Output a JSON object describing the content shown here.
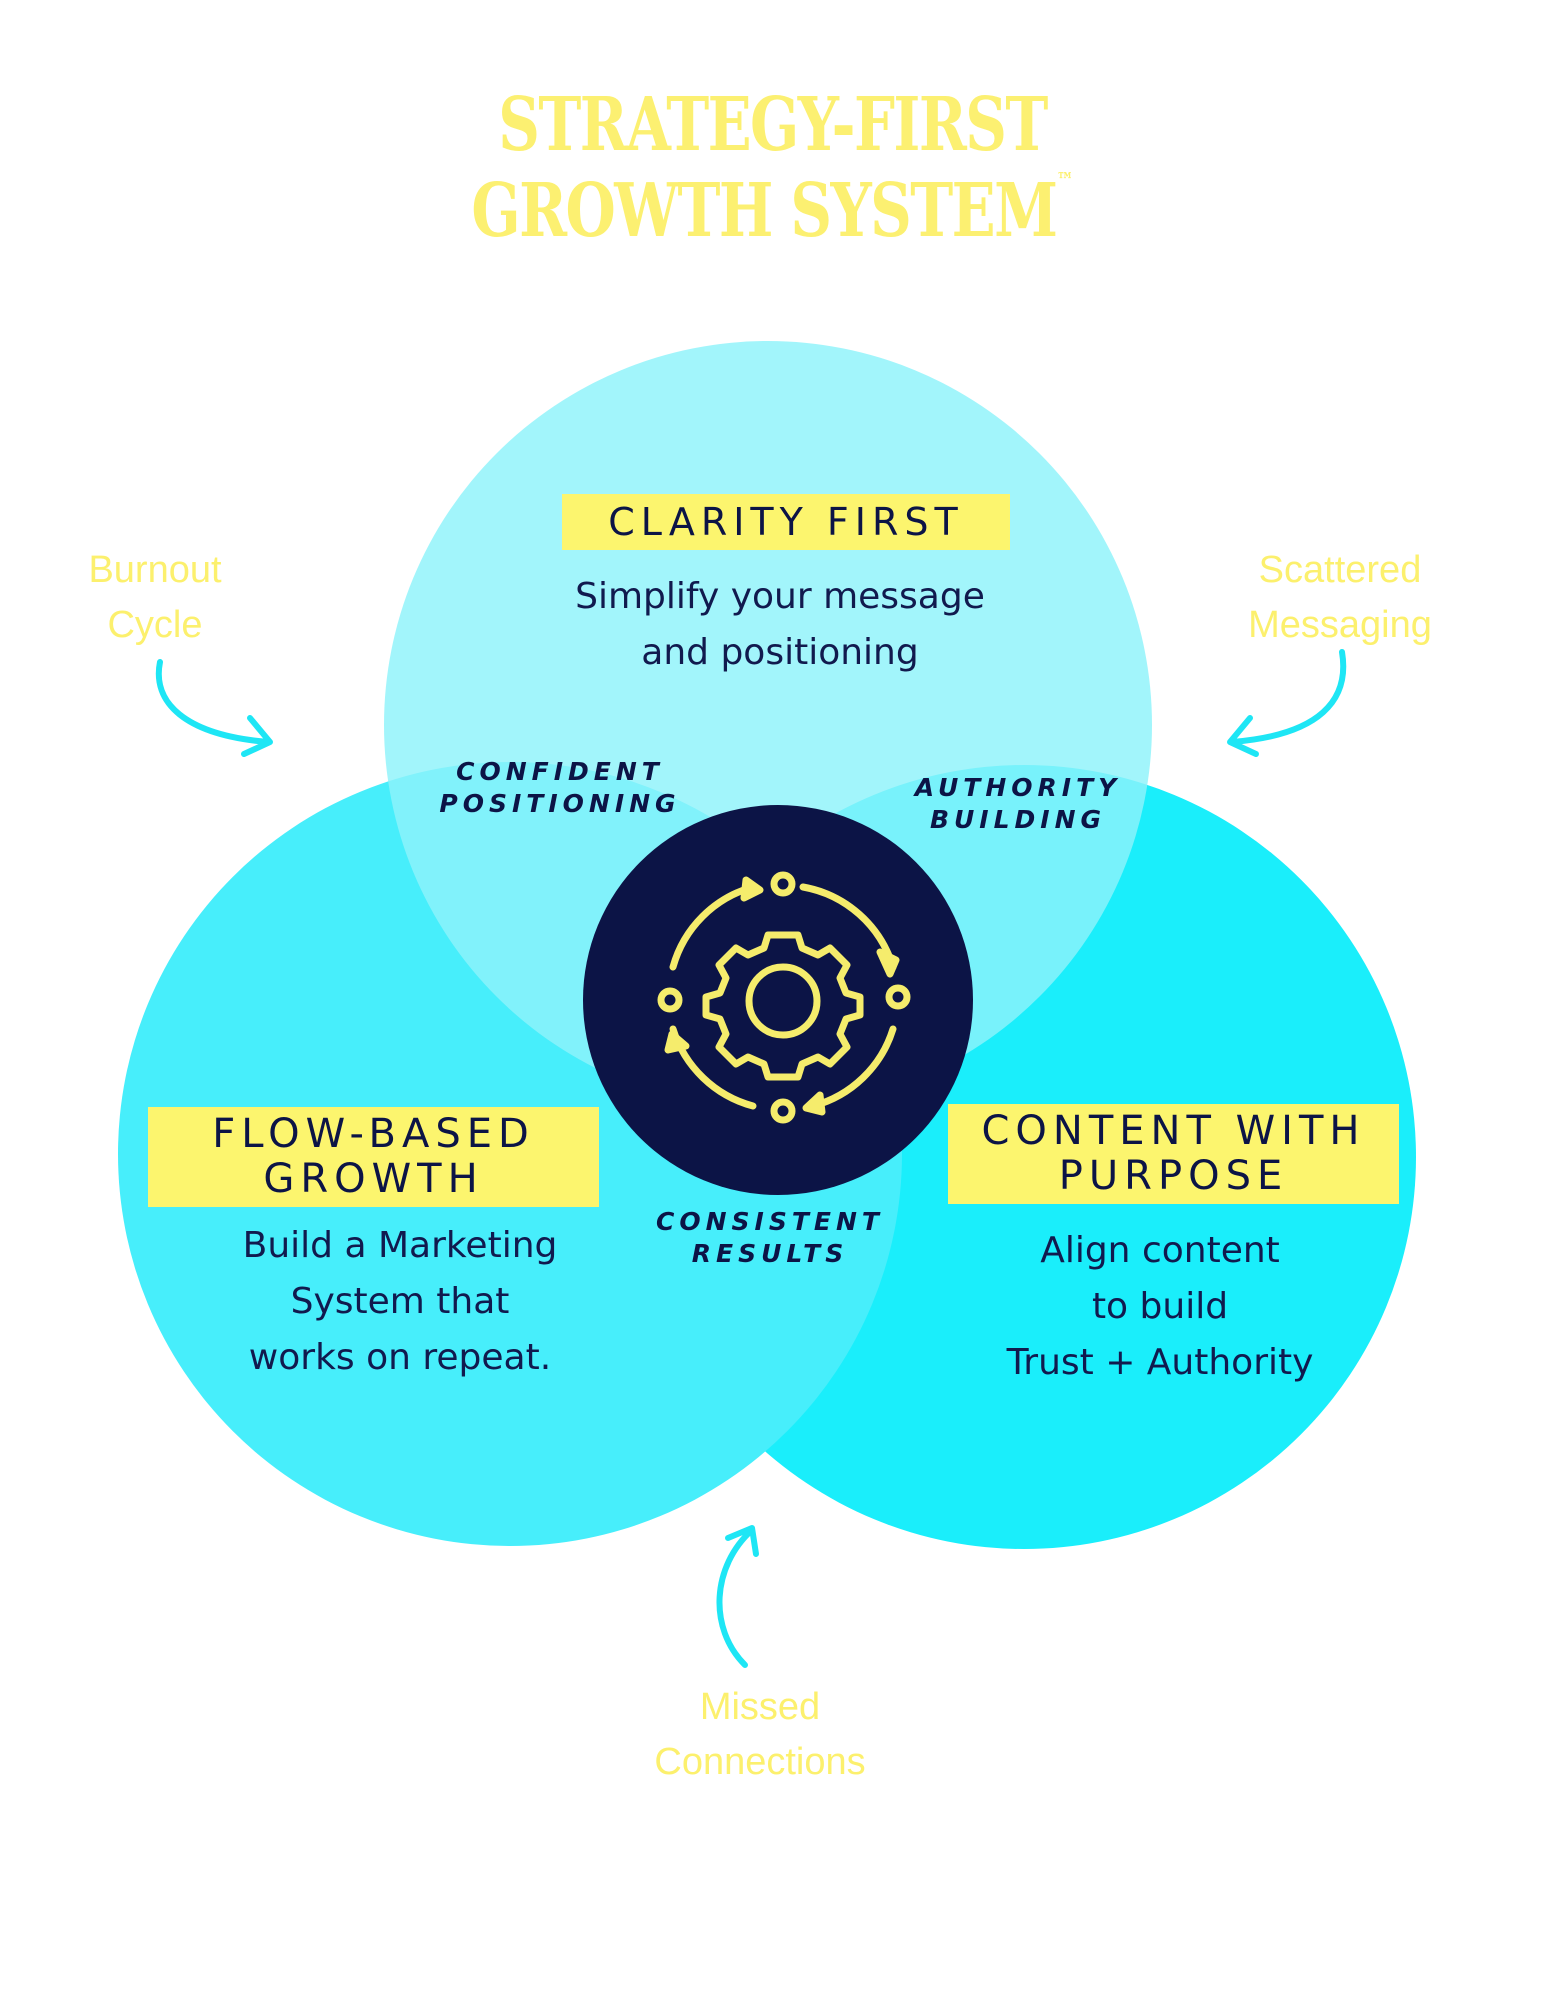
{
  "title": {
    "line1": "STRATEGY-FIRST",
    "line2": "GROWTH SYSTEM",
    "trademark": "™"
  },
  "colors": {
    "title_yellow": "#fcf071",
    "label_yellow": "#fcf56e",
    "top_circle": "#78f0f9",
    "left_circle": "#47eefb",
    "right_circle": "#1aeefb",
    "center_circle": "#0c1446",
    "arrow": "#1ee6f5",
    "text_navy": "#111a4e"
  },
  "circles": {
    "top": {
      "label": "CLARITY FIRST",
      "desc_line1": "Simplify your message",
      "desc_line2": "and positioning"
    },
    "left": {
      "label_line1": "FLOW-BASED",
      "label_line2": "GROWTH",
      "desc_line1": "Build a Marketing",
      "desc_line2": "System that",
      "desc_line3": "works on repeat."
    },
    "right": {
      "label_line1": "CONTENT WITH",
      "label_line2": "PURPOSE",
      "desc_line1": "Align content",
      "desc_line2": "to build",
      "desc_line3": "Trust + Authority"
    }
  },
  "overlaps": {
    "top_left": {
      "line1": "CONFIDENT",
      "line2": "POSITIONING"
    },
    "top_right": {
      "line1": "AUTHORITY",
      "line2": "BUILDING"
    },
    "bottom": {
      "line1": "CONSISTENT",
      "line2": "RESULTS"
    }
  },
  "center_icon": "gear-cycle-icon",
  "pain_points": {
    "top_left": {
      "line1": "Burnout",
      "line2": "Cycle"
    },
    "top_right": {
      "line1": "Scattered",
      "line2": "Messaging"
    },
    "bottom": {
      "line1": "Missed",
      "line2": "Connections"
    }
  }
}
